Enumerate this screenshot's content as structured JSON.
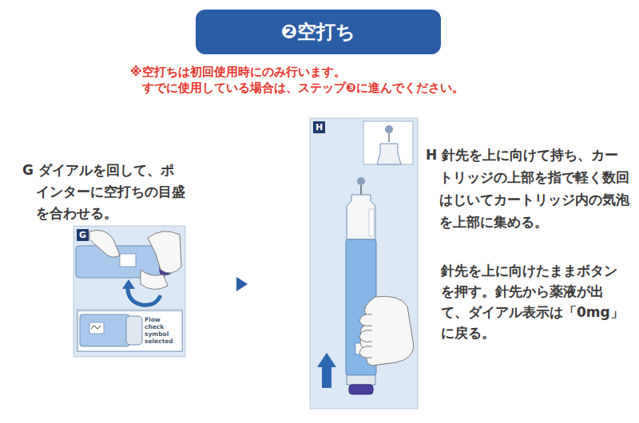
{
  "diagram": {
    "title": "❷空打ち",
    "nodes": [
      {
        "text": [
          "G"
        ]
      },
      {
        "text": [
          "Flow check symbol selected"
        ],
        "in": 0
      },
      {
        "text": [
          "H"
        ]
      }
    ],
    "labels": [
      "※空打ちは初回使用時にのみ行います。 すでに使用している場合は、ステップ❸に進んでください。",
      "G ダイアルを回して、ポインターに空打ちの目盛を合わせる。",
      "H 針先を上に向けて持ち、カートリッジの上部を指で軽く数回はじいてカートリッジ内の気泡を上部に集める。",
      "針先を上に向けたままボタンを押す。針先から薬液が出て、ダイアル表示は「0mg」に戻る。"
    ]
  }
}
